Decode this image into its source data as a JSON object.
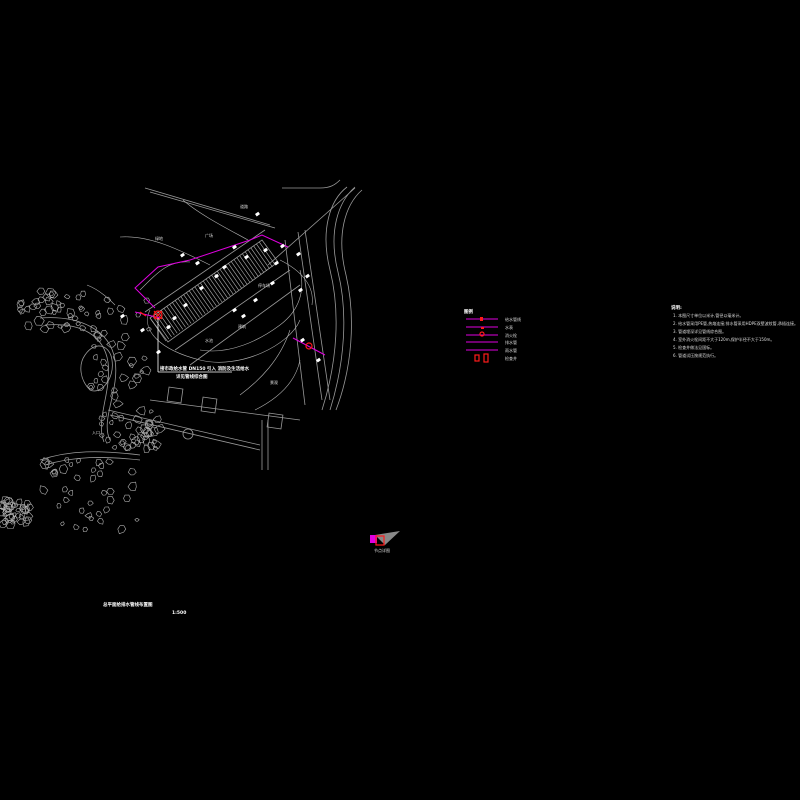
{
  "drawing": {
    "background": "#000000",
    "colors": {
      "linework": "#9a9a9a",
      "pipeline": "#e000e0",
      "equipment": "#ff1a1a",
      "text": "#ffffff"
    },
    "title": "总平面给排水管线布置图",
    "scale_label": "1:500",
    "callout_main": "接市政给水管 DN150 引入 消防及生活给水",
    "callout_sub": "详见管线综合图",
    "site_labels": [
      "道路",
      "广场",
      "绿地",
      "建筑",
      "水池",
      "停车场",
      "入口",
      "景观"
    ]
  },
  "legend": {
    "title": "图例",
    "items": [
      {
        "symbol": "pipe-with-valve",
        "label": "给水管线"
      },
      {
        "symbol": "pipe-with-meter",
        "label": "水表"
      },
      {
        "symbol": "pipe-with-hydrant",
        "label": "消火栓"
      },
      {
        "symbol": "pipe-plain",
        "label": "排水管"
      },
      {
        "symbol": "pipe-plain",
        "label": "雨水管"
      },
      {
        "symbol": "equipment-pair",
        "label": "检查井"
      }
    ]
  },
  "notes": {
    "title": "说明:",
    "items": [
      "1. 本图尺寸单位以米计,管径以毫米计。",
      "2. 给水管采用PE管,热熔连接;排水管采用HDPE双壁波纹管,承插连接。",
      "3. 管道埋深详见管线综合图。",
      "4. 室外消火栓间距不大于120m,保护半径不大于150m。",
      "5. 检查井做法见国标。",
      "6. 管道试压按规范执行。"
    ]
  },
  "detail_inset": {
    "label": "节点详图"
  }
}
